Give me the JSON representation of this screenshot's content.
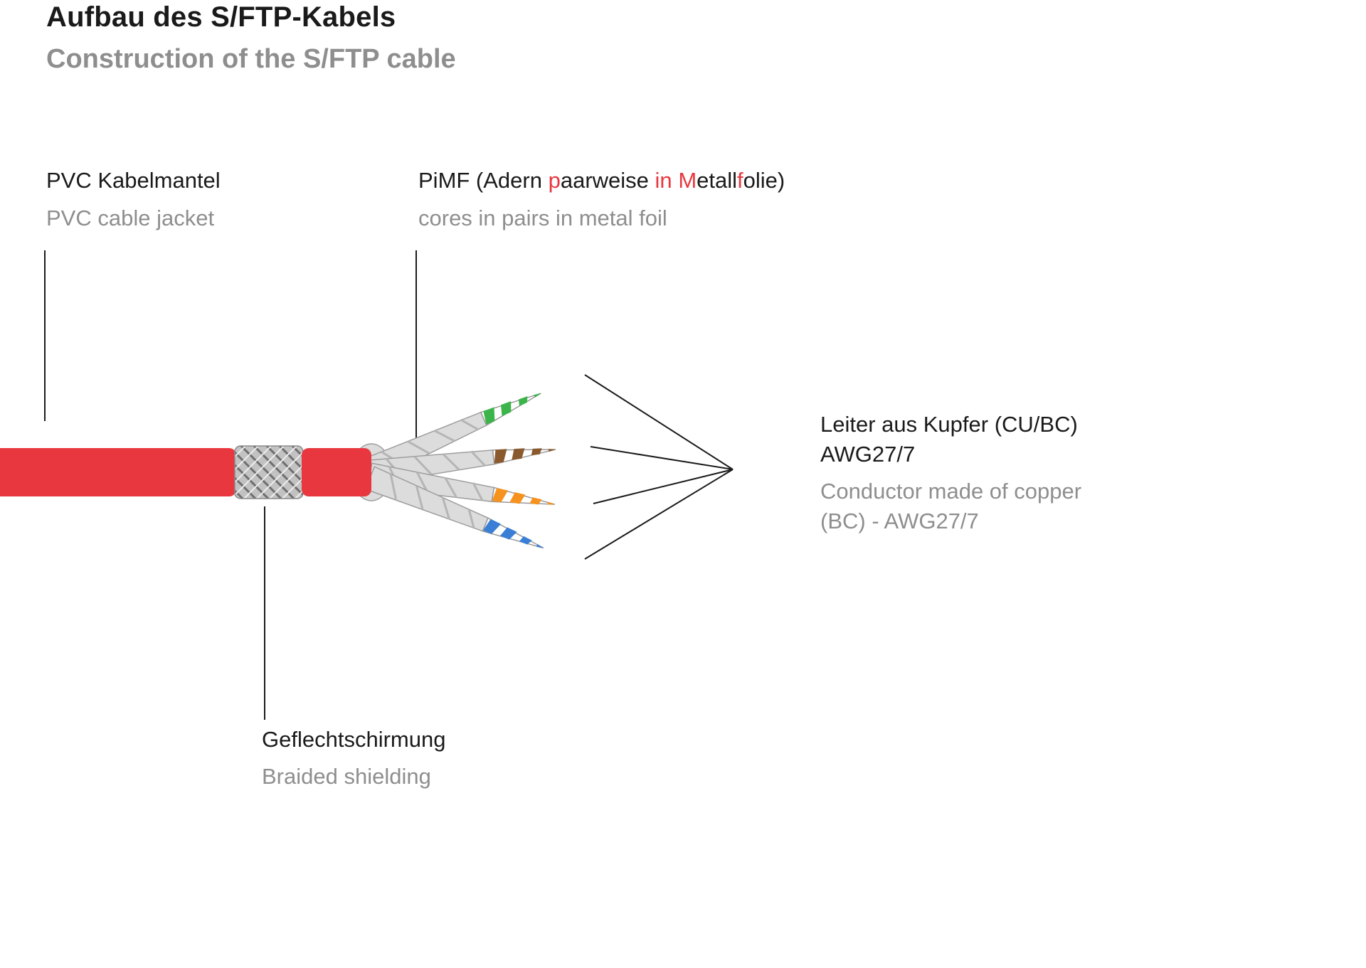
{
  "header": {
    "title": "Aufbau des S/FTP-Kabels",
    "subtitle": "Construction of the S/FTP cable"
  },
  "labels": {
    "pvc": {
      "de": "PVC Kabelmantel",
      "en": "PVC cable jacket"
    },
    "pimf": {
      "segments": [
        {
          "text": "PiMF (Adern "
        },
        {
          "text": "p",
          "color": "#e8373e"
        },
        {
          "text": "aarweise "
        },
        {
          "text": "in",
          "color": "#e8373e"
        },
        {
          "text": " "
        },
        {
          "text": "M",
          "color": "#e8373e"
        },
        {
          "text": "etall"
        },
        {
          "text": "f",
          "color": "#e8373e"
        },
        {
          "text": "olie)"
        }
      ],
      "en": "cores in pairs in metal foil"
    },
    "conductor": {
      "de_line1": "Leiter aus Kupfer (CU/BC)",
      "de_line2": "AWG27/7",
      "en_line1": "Conductor made of copper",
      "en_line2": "(BC) - AWG27/7"
    },
    "braid": {
      "de": "Geflechtschirmung",
      "en": "Braided shielding"
    }
  },
  "diagram": {
    "wire_colors": [
      "green",
      "brown",
      "orange",
      "blue"
    ],
    "parts": [
      "pvc-jacket",
      "braided-shielding",
      "foil-wrapped-pairs",
      "copper-conductors"
    ]
  },
  "colors": {
    "red": "#e8373e",
    "text-black": "#1a1a1a",
    "text-gray": "#8e8e8e",
    "wire-green": "#3bb54a",
    "wire-brown": "#8a5a2e",
    "wire-orange": "#f6921e",
    "wire-blue": "#3a7fd5",
    "foil": "#dcdcdc",
    "foil-edge": "#9e9e9e",
    "foil-shade": "#b5b5b5",
    "braid": "#c2c2c2",
    "braid-dark": "#6f6f6f",
    "braid-light": "#eeeeee",
    "line": "#1a1a1a"
  }
}
